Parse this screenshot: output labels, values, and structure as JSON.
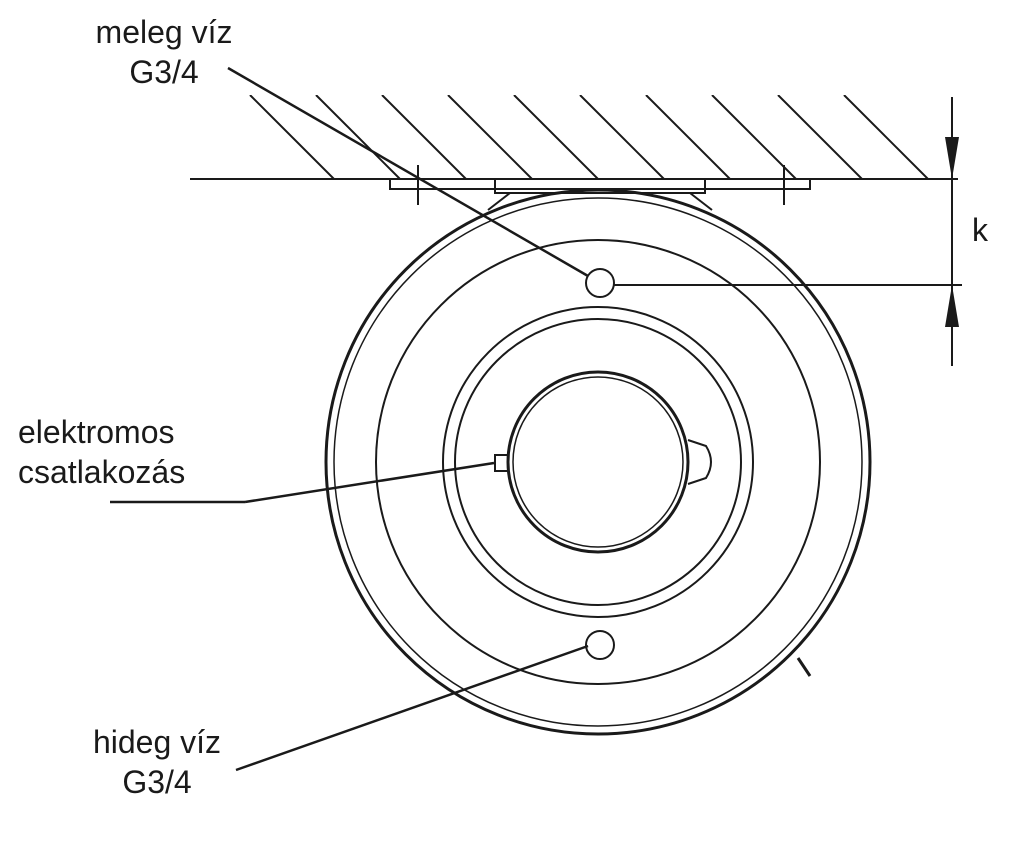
{
  "labels": {
    "hot_water": {
      "line1": "meleg víz",
      "line2": "G3/4"
    },
    "electric": {
      "line1": "elektromos",
      "line2": "csatlakozás"
    },
    "cold_water": {
      "line1": "hideg víz",
      "line2": "G3/4"
    },
    "dimension": "k"
  },
  "colors": {
    "stroke": "#1a1a1a",
    "background": "#ffffff"
  }
}
